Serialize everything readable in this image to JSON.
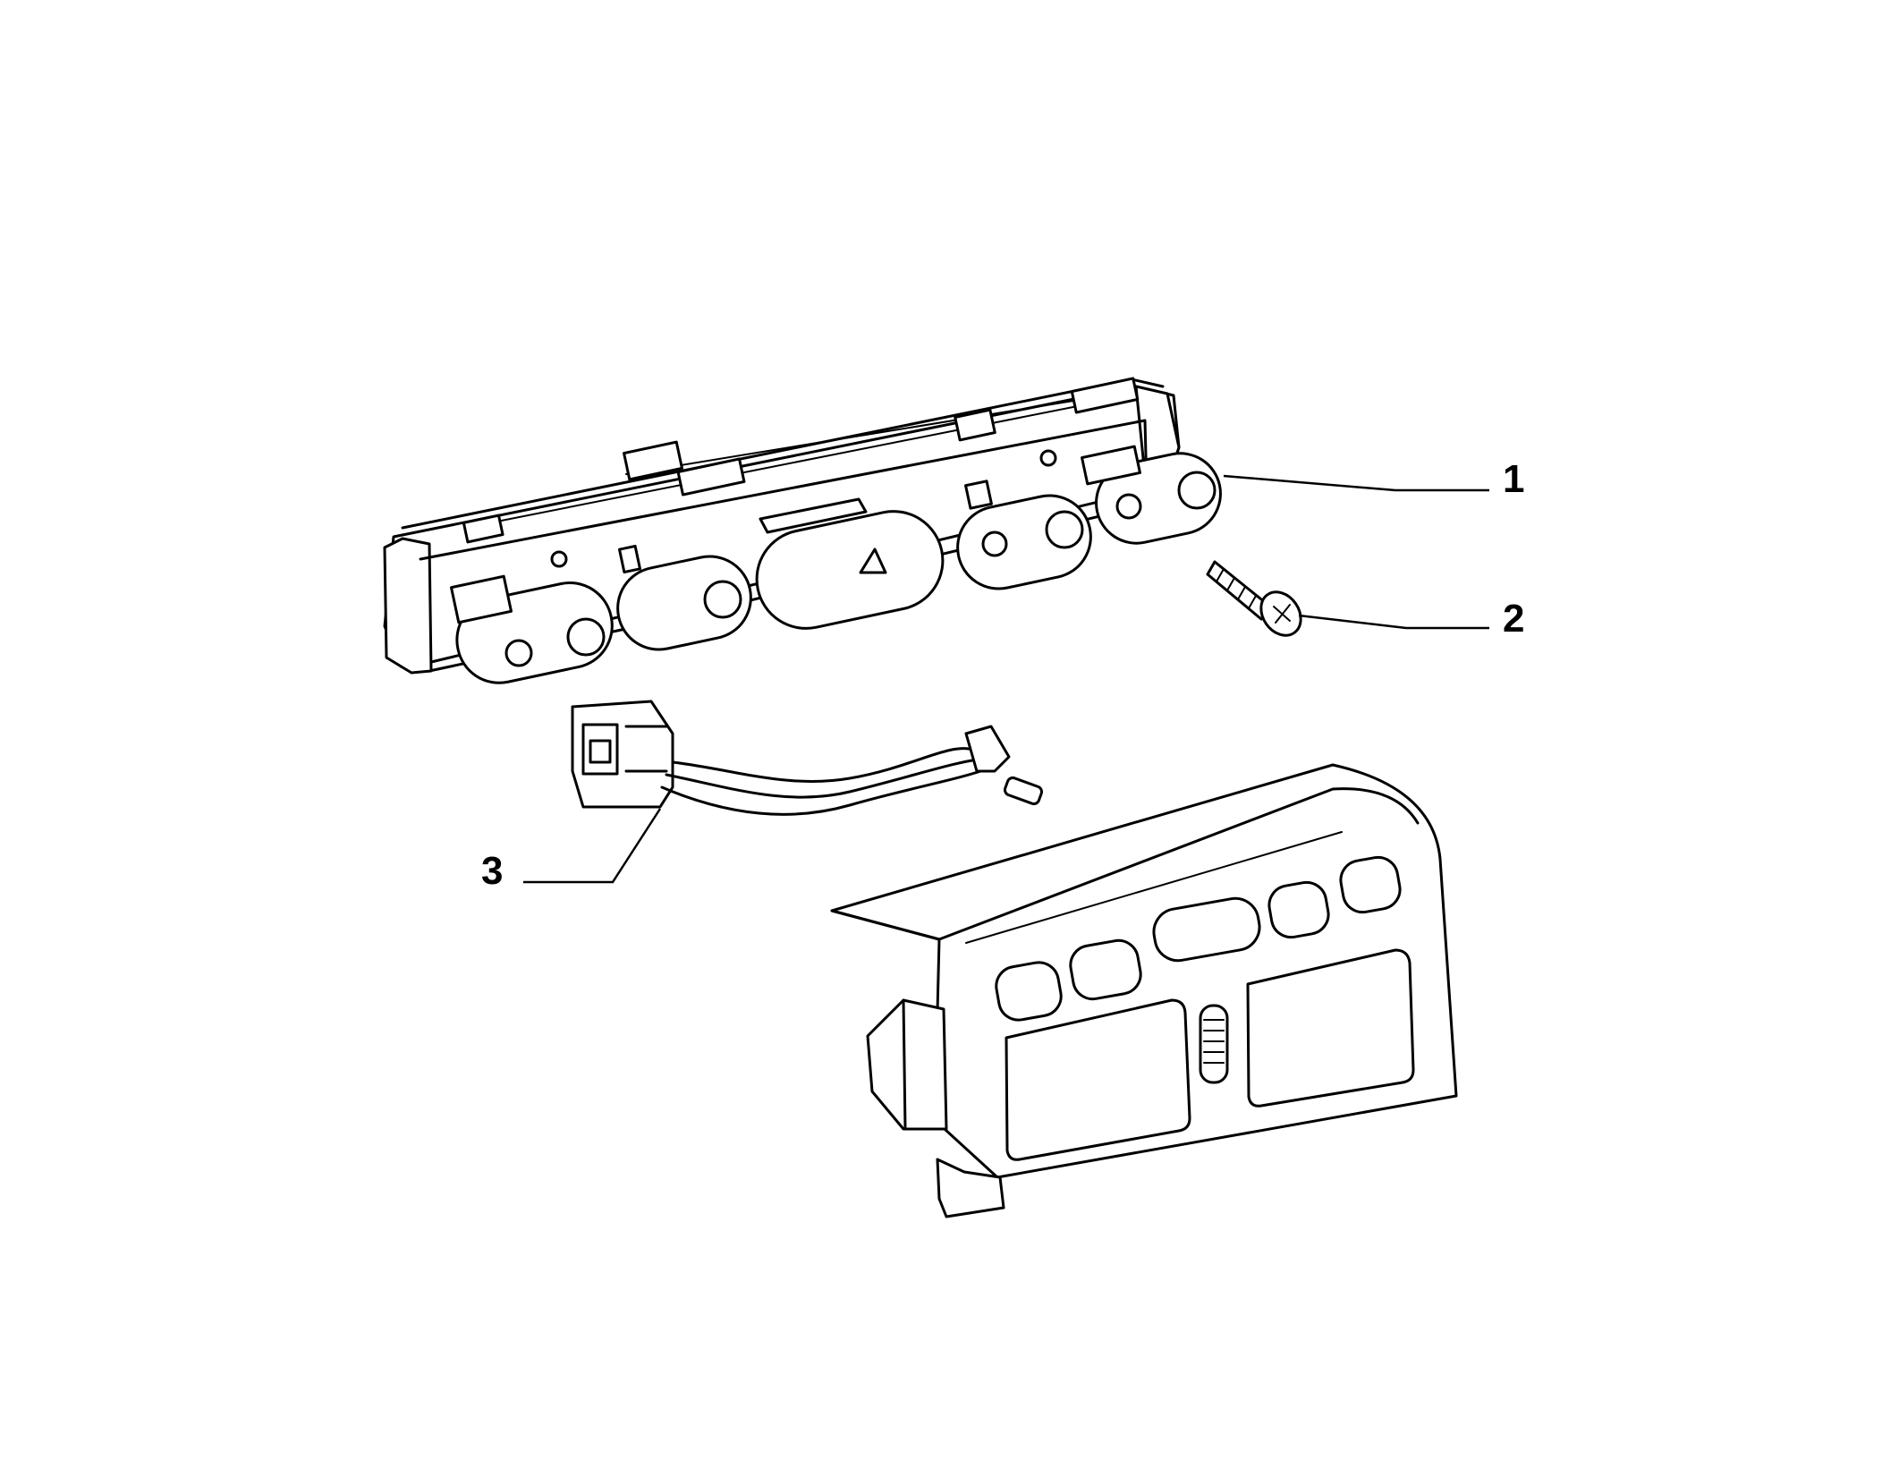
{
  "callouts": [
    {
      "number": "1",
      "part": "switch-panel"
    },
    {
      "number": "2",
      "part": "screw"
    },
    {
      "number": "3",
      "part": "wiring-harness"
    }
  ]
}
